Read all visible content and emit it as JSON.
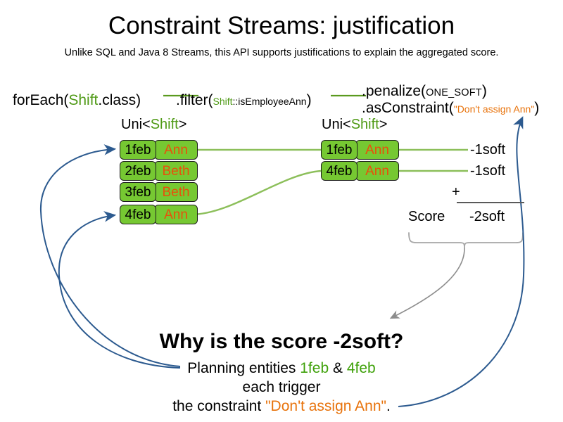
{
  "slide": {
    "title": "Constraint Streams: justification",
    "subtitle": "Unlike SQL and Java 8 Streams, this API supports justifications to explain the aggregated score."
  },
  "code_pipeline": {
    "foreach": {
      "prefix": "forEach(",
      "type": "Shift",
      "suffix": ".class)"
    },
    "filter": {
      "prefix": ".filter(",
      "type": "Shift",
      "method": "::isEmployeeAnn",
      "suffix": ")"
    },
    "penalize": {
      "prefix": ".penalize(",
      "level": "ONE_SOFT",
      "suffix": ")"
    },
    "as_constraint": {
      "prefix": ".asConstraint(",
      "constraint_name": "\"Don't assign Ann\"",
      "suffix": ")"
    }
  },
  "streams": {
    "left": {
      "label_prefix": "Uni<",
      "label_type": "Shift",
      "label_suffix": ">"
    },
    "right": {
      "label_prefix": "Uni<",
      "label_type": "Shift",
      "label_suffix": ">"
    }
  },
  "left_shifts": [
    {
      "date": "1feb",
      "employee": "Ann"
    },
    {
      "date": "2feb",
      "employee": "Beth"
    },
    {
      "date": "3feb",
      "employee": "Beth"
    },
    {
      "date": "4feb",
      "employee": "Ann"
    }
  ],
  "right_shifts": [
    {
      "date": "1feb",
      "employee": "Ann"
    },
    {
      "date": "4feb",
      "employee": "Ann"
    }
  ],
  "score_panel": {
    "penalties": [
      "-1soft",
      "-1soft"
    ],
    "operator": "+",
    "score_label": "Score",
    "total": "-2soft"
  },
  "explanation": {
    "heading": "Why is the score -2soft?",
    "line1_prefix": "Planning entities ",
    "entity_a": "1feb",
    "line1_mid": " & ",
    "entity_b": "4feb",
    "line2": "each trigger",
    "line3_prefix": "the constraint ",
    "constraint_name": "\"Don't assign Ann\"",
    "line3_suffix": "."
  },
  "colors": {
    "card_green": "#76c832",
    "card_border": "#1d1d1d",
    "name_orange": "#e8500c",
    "code_green": "#4f9a16",
    "string_orange": "#e8730c",
    "stream_line": "#8cbf5a",
    "blue_arrow": "#2c5a8f",
    "gray_brace": "#9a9a9a"
  }
}
